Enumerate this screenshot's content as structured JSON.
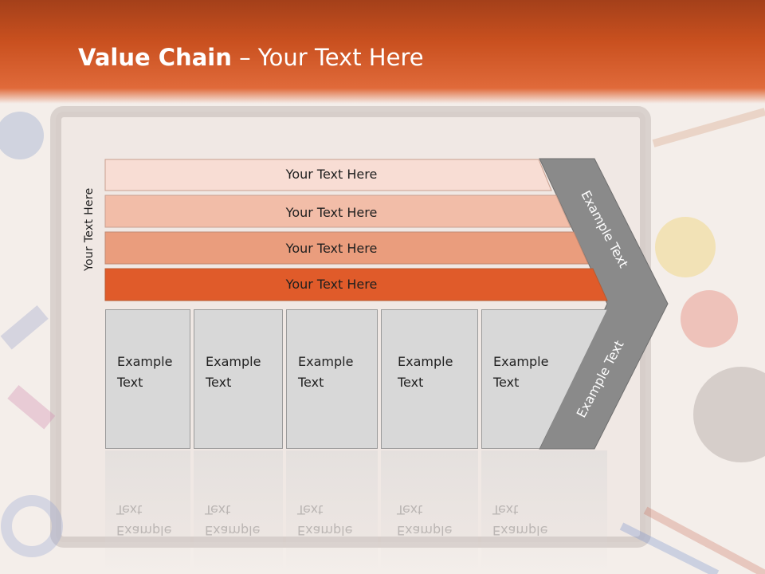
{
  "title": {
    "bold": "Value Chain",
    "rest": " – Your Text Here"
  },
  "side_label": "Your Text Here",
  "rows": [
    {
      "label": "Your Text Here",
      "color": "#f8ddd4"
    },
    {
      "label": "Your Text Here",
      "color": "#f2bda8"
    },
    {
      "label": "Your Text Here",
      "color": "#ea9d7d"
    },
    {
      "label": "Your Text Here",
      "color": "#e05b2a"
    }
  ],
  "columns": [
    {
      "label_line1": "Example",
      "label_line2": "Text"
    },
    {
      "label_line1": "Example",
      "label_line2": "Text"
    },
    {
      "label_line1": "Example",
      "label_line2": "Text"
    },
    {
      "label_line1": "Example",
      "label_line2": "Text"
    },
    {
      "label_line1": "Example",
      "label_line2": "Text"
    }
  ],
  "chevron": {
    "top_label": "Example Text",
    "bottom_label": "Example Text",
    "color": "#8a8a8a"
  },
  "colors": {
    "header": "#c9501f",
    "accent": "#e05b2a",
    "column_fill": "#d8d8d8"
  }
}
